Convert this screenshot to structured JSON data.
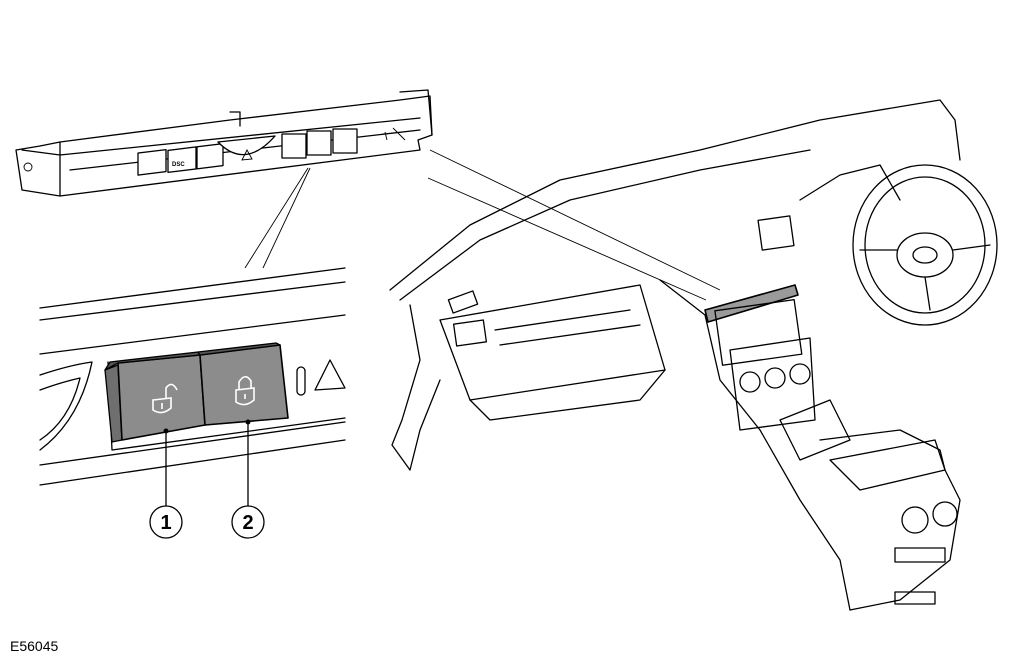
{
  "figure_id": "E56045",
  "switch_pack": {
    "dsc_label": "DSC"
  },
  "callouts": [
    {
      "number": "1",
      "item": "unlock-switch"
    },
    {
      "number": "2",
      "item": "lock-switch"
    }
  ],
  "colors": {
    "switch_fill": "#8c8c8c",
    "line": "#000000"
  }
}
